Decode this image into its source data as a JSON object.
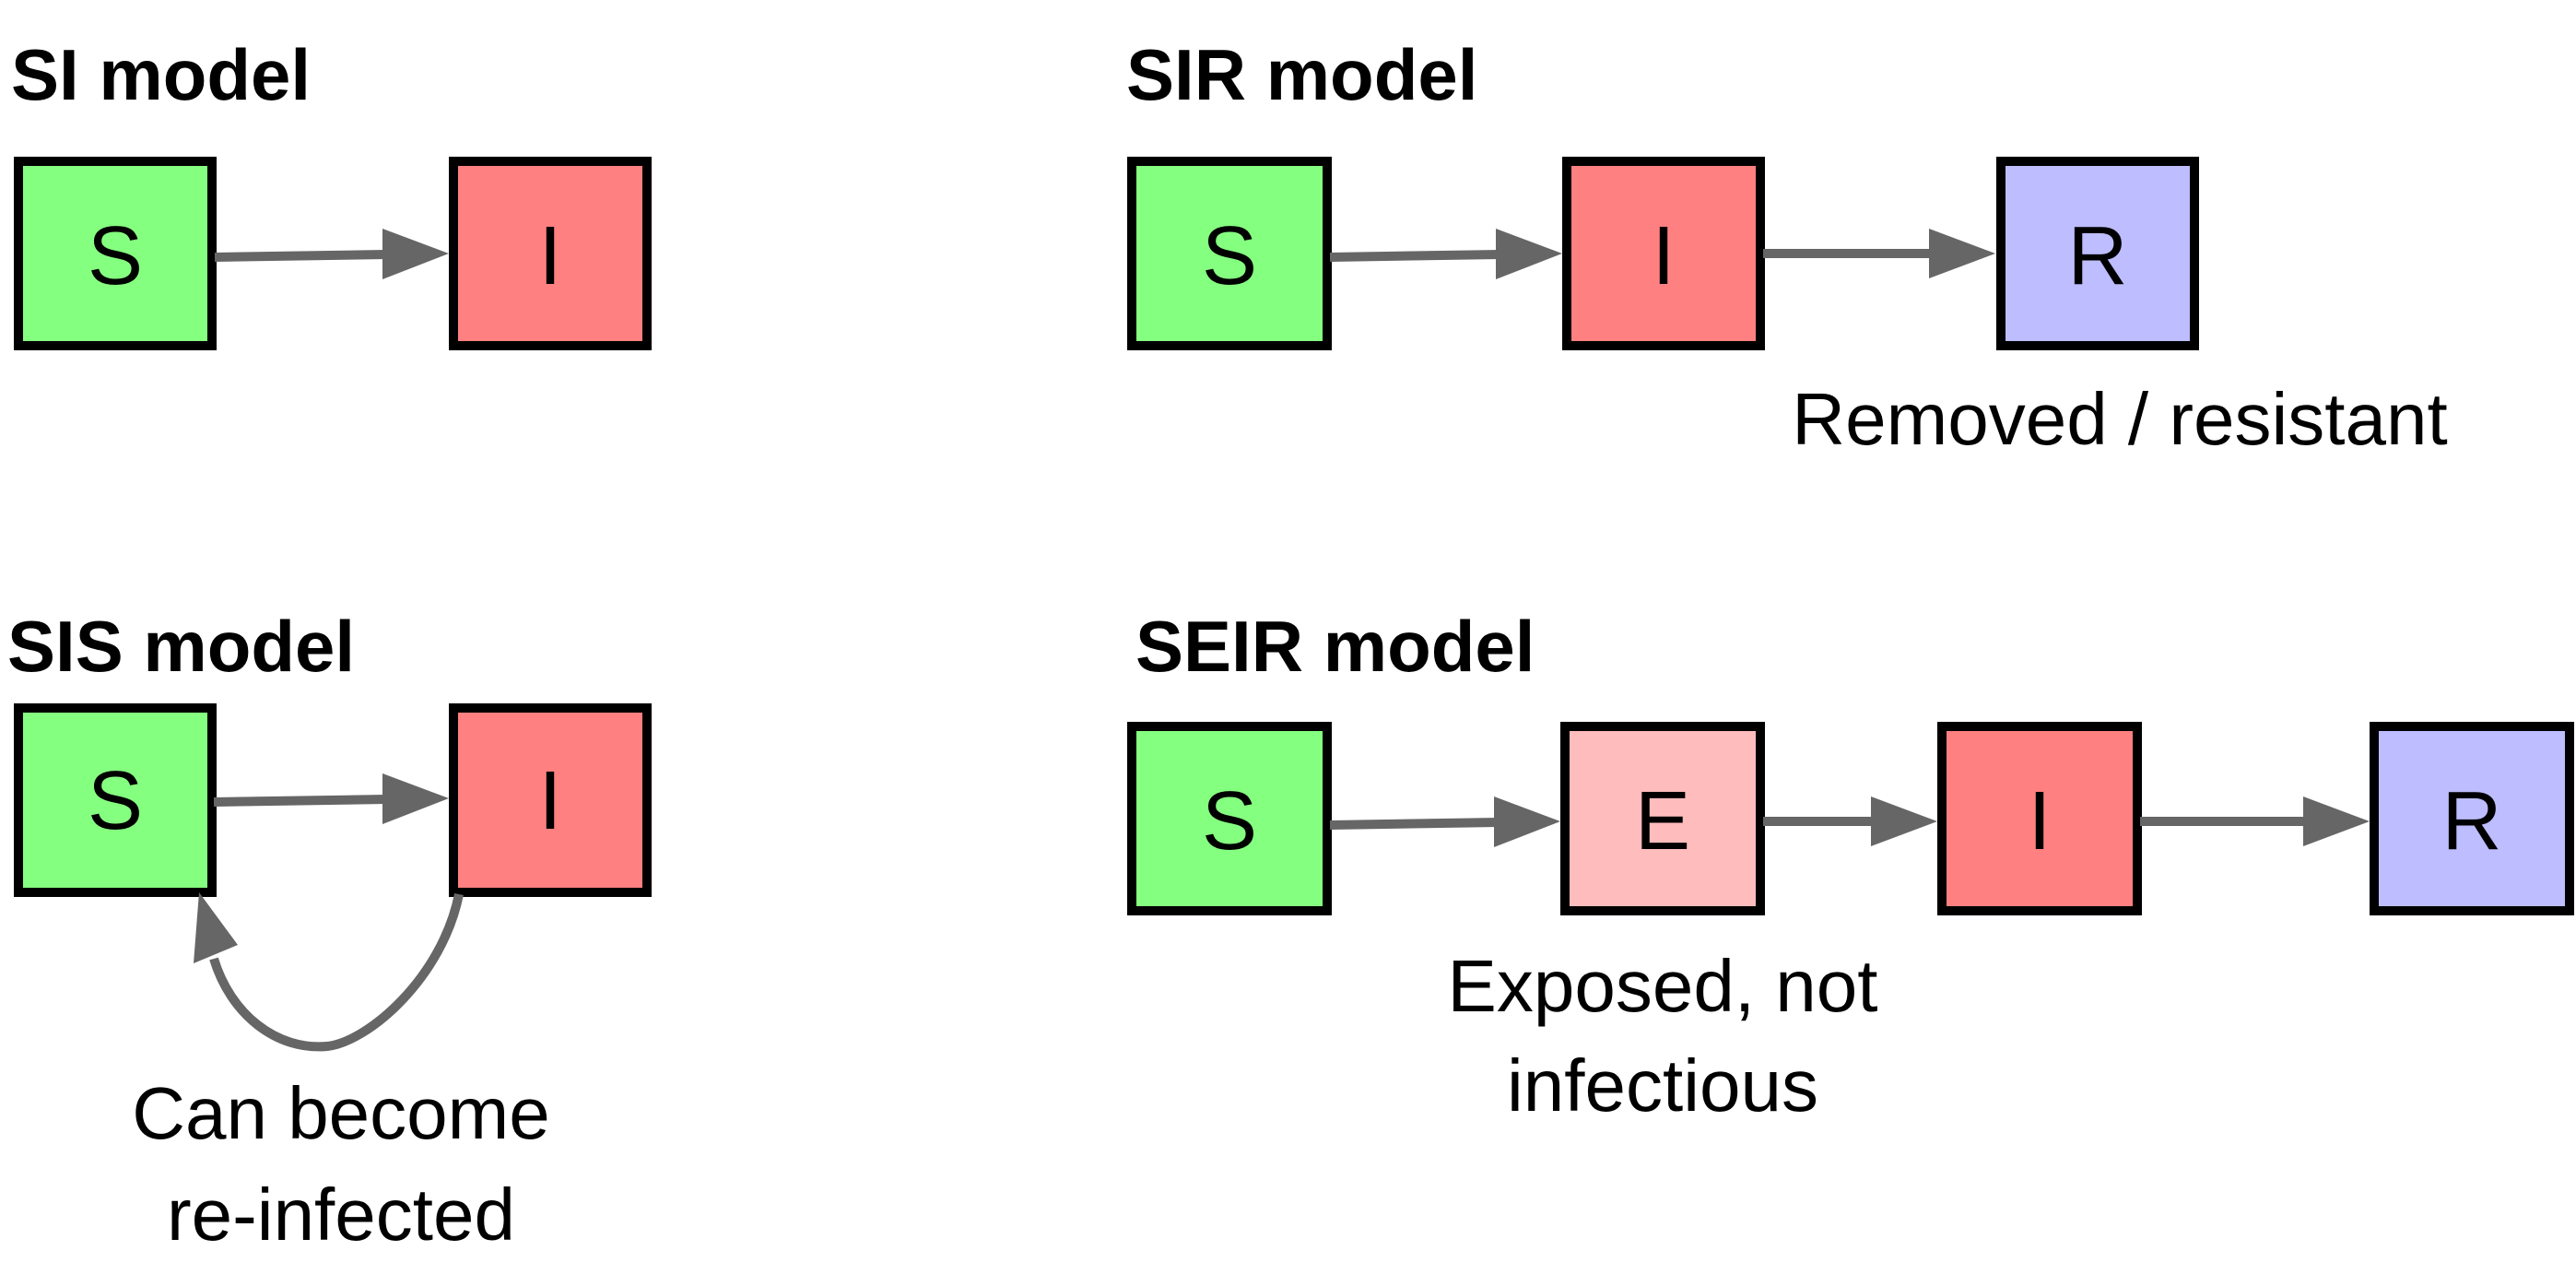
{
  "colors": {
    "susceptible": "#85ff7f",
    "exposed": "#ffbcbc",
    "infected": "#ff8080",
    "removed": "#bdbdff",
    "arrow": "#666666",
    "border": "#000000"
  },
  "models": {
    "si": {
      "title": "SI model",
      "boxes": [
        "S",
        "I"
      ]
    },
    "sir": {
      "title": "SIR model",
      "boxes": [
        "S",
        "I",
        "R"
      ],
      "note": "Removed / resistant"
    },
    "sis": {
      "title": "SIS model",
      "boxes": [
        "S",
        "I"
      ],
      "note_lines": [
        "Can become",
        "re-infected"
      ]
    },
    "seir": {
      "title": "SEIR model",
      "boxes": [
        "S",
        "E",
        "I",
        "R"
      ],
      "note_lines": [
        "Exposed, not",
        "infectious"
      ]
    }
  }
}
